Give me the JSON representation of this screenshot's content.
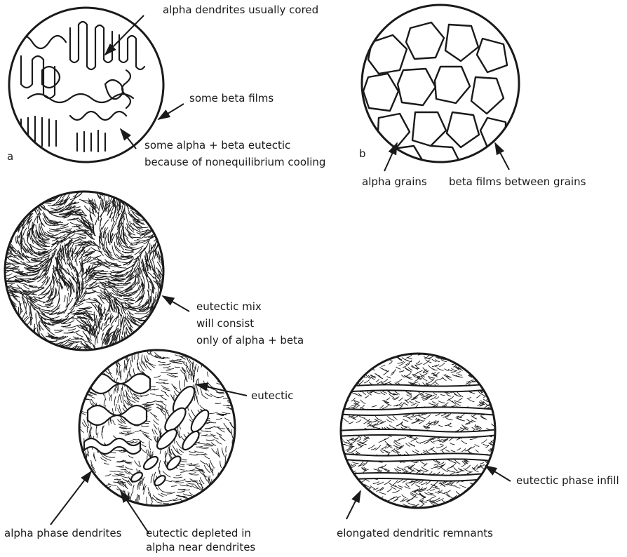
{
  "panel_a": {
    "letter": "a",
    "dendrites": "alpha dendrites usually cored",
    "beta_films": "some beta films",
    "eutectic_line1": "some alpha + beta eutectic",
    "eutectic_line2": "because of nonequilibrium cooling"
  },
  "panel_b": {
    "letter": "b",
    "grains": "alpha grains",
    "films": "beta films between grains"
  },
  "panel_c": {
    "line1": "eutectic mix",
    "line2": "will consist",
    "line3": "only of alpha + beta"
  },
  "panel_d": {
    "eutectic": "eutectic",
    "dendrites": "alpha phase dendrites",
    "depleted_line1": "eutectic depleted in",
    "depleted_line2": "alpha near dendrites"
  },
  "panel_e": {
    "infill": "eutectic phase infill",
    "remnants": "elongated dendritic remnants"
  },
  "colors": {
    "ink": "#1a1a1a",
    "paper": "#ffffff"
  }
}
